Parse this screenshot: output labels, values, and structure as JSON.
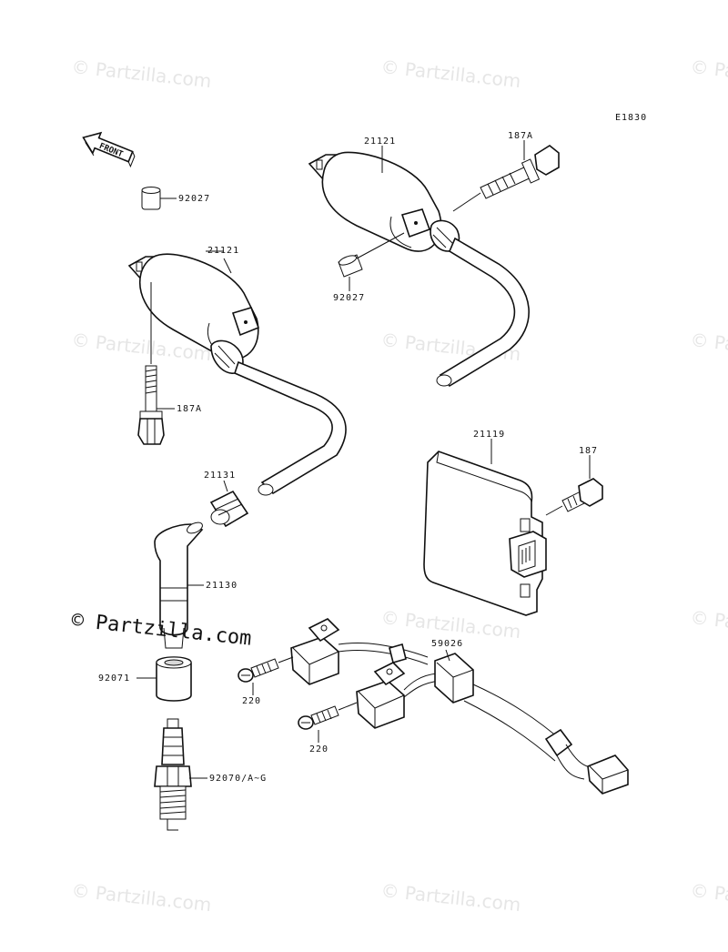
{
  "diagram": {
    "code": "E1830",
    "front_label": "FRONT",
    "watermark_text": "© Partzilla.com",
    "stamp_text": "© Partzilla.com"
  },
  "parts": [
    {
      "id": "p92027a",
      "label": "92027"
    },
    {
      "id": "p21121a",
      "label": "21121"
    },
    {
      "id": "p187Aa",
      "label": "187A"
    },
    {
      "id": "p21121b",
      "label": "21121"
    },
    {
      "id": "p187Ab",
      "label": "187A"
    },
    {
      "id": "p92027b",
      "label": "92027"
    },
    {
      "id": "p21119",
      "label": "21119"
    },
    {
      "id": "p187",
      "label": "187"
    },
    {
      "id": "p21131",
      "label": "21131"
    },
    {
      "id": "p21130",
      "label": "21130"
    },
    {
      "id": "p92071",
      "label": "92071"
    },
    {
      "id": "p59026",
      "label": "59026"
    },
    {
      "id": "p220a",
      "label": "220"
    },
    {
      "id": "p220b",
      "label": "220"
    },
    {
      "id": "p92070",
      "label": "92070/A~G"
    }
  ]
}
